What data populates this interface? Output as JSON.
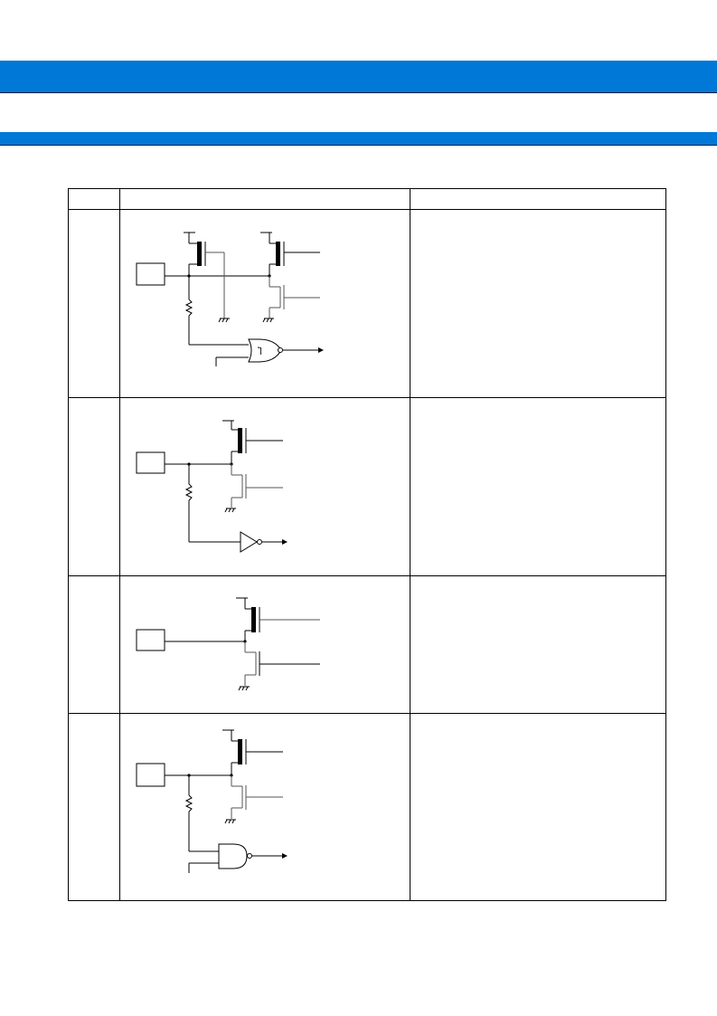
{
  "header": {
    "band_top_title": "",
    "band_mid_title": ""
  },
  "table": {
    "columns": [
      "",
      "",
      ""
    ],
    "rows": [
      {
        "type": "",
        "circuit": "",
        "remarks": "",
        "circuit_kind": "cmos-pull-up-schmitt-nor"
      },
      {
        "type": "",
        "circuit": "",
        "remarks": "",
        "circuit_kind": "cmos-pull-up-inverter"
      },
      {
        "type": "",
        "circuit": "",
        "remarks": "",
        "circuit_kind": "cmos-output"
      },
      {
        "type": "",
        "circuit": "",
        "remarks": "",
        "circuit_kind": "cmos-pull-up-nand"
      }
    ]
  },
  "diagram": {
    "schmitt_symbol": "Ⴈ"
  }
}
